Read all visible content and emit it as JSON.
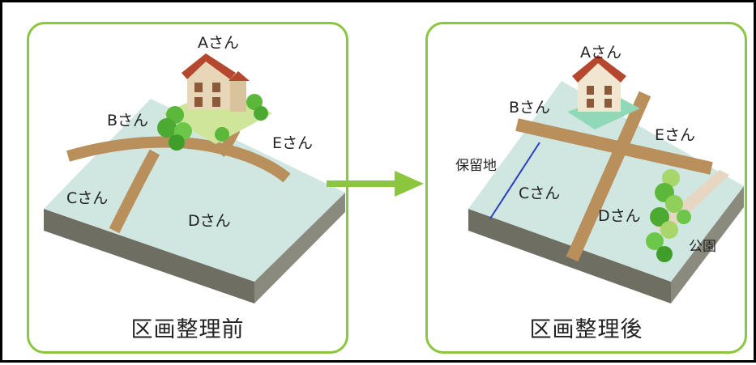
{
  "before": {
    "caption": "区画整理前",
    "owners": [
      "Aさん",
      "Bさん",
      "Cさん",
      "Dさん",
      "Eさん"
    ]
  },
  "after": {
    "caption": "区画整理後",
    "owners": [
      "Aさん",
      "Bさん",
      "Cさん",
      "Dさん",
      "Eさん"
    ],
    "reserved_land_label": "保留地",
    "park_label": "公園"
  },
  "colors": {
    "panel_border": "#8cc63f",
    "land": "#cfe6e1",
    "road": "#b98f5c",
    "arrow": "#8cc63f",
    "reserved_line": "#2a3fbf"
  }
}
